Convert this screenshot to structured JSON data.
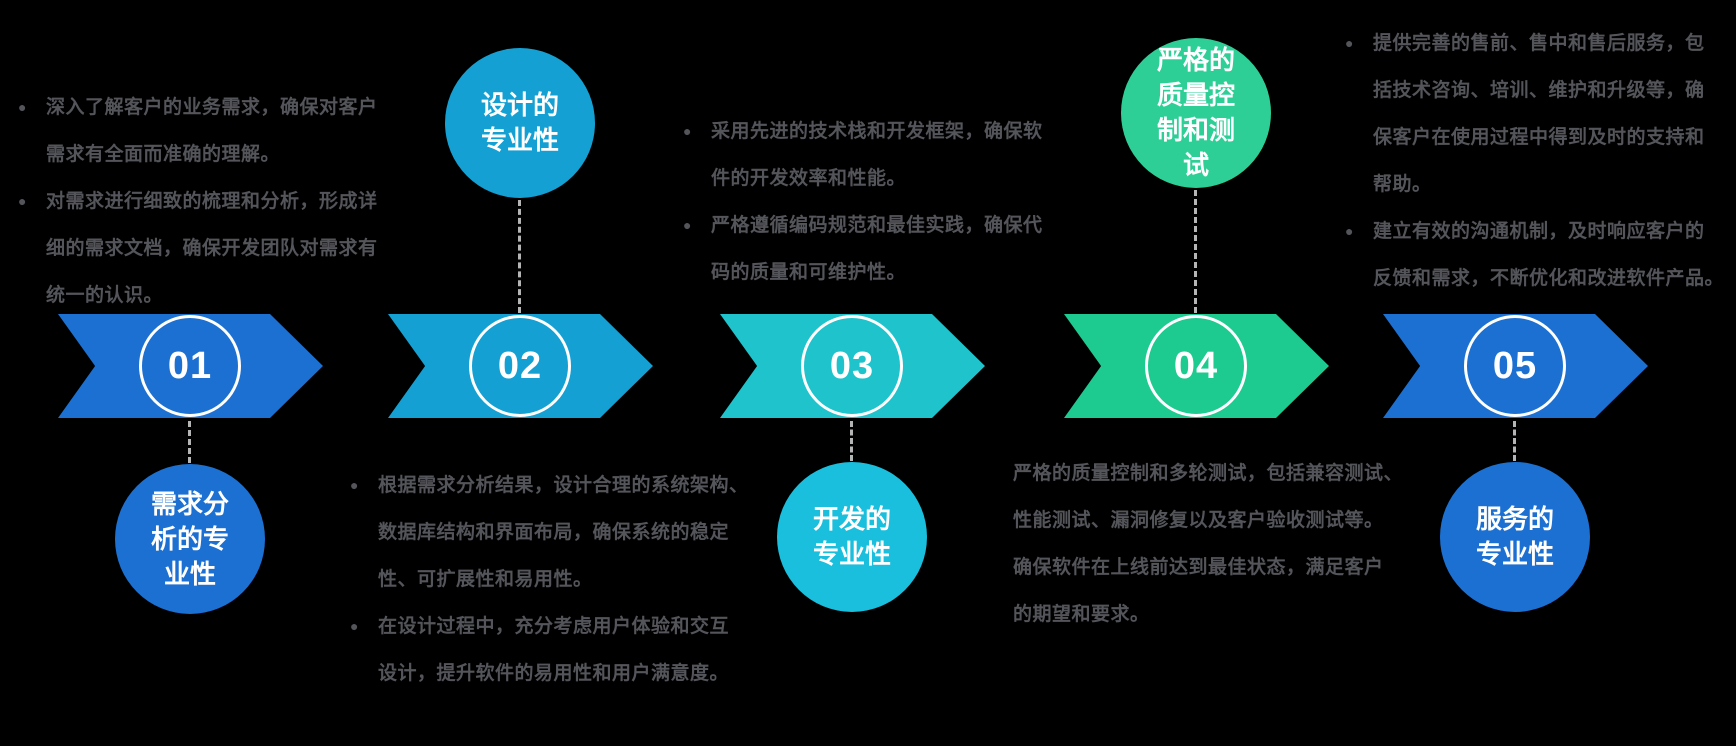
{
  "background_color": "#000000",
  "text_color": "#54555A",
  "connector_color": "#b5b5b5",
  "bullet_glyph": "●",
  "steps": [
    {
      "number": "01",
      "title": "需求分析的专业性",
      "arrow_color": "#1C70D1",
      "circle_color": "#1C70D1",
      "details": [
        "深入了解客户的业务需求，确保对客户\n需求有全面而准确的理解。",
        "对需求进行细致的梳理和分析，形成详\n细的需求文档，确保开发团队对需求有\n统一的认识。"
      ]
    },
    {
      "number": "02",
      "title": "设计的专业性",
      "arrow_color": "#14A0D2",
      "circle_color": "#14A0D2",
      "details": [
        "根据需求分析结果，设计合理的系统架构、\n数据库结构和界面布局，确保系统的稳定\n性、可扩展性和易用性。",
        "在设计过程中，充分考虑用户体验和交互\n设计，提升软件的易用性和用户满意度。"
      ]
    },
    {
      "number": "03",
      "title": "开发的专业性",
      "arrow_color": "#1EC3CC",
      "circle_color": "#19BFDC",
      "details": [
        "采用先进的技术栈和开发框架，确保软\n件的开发效率和性能。",
        "严格遵循编码规范和最佳实践，确保代\n码的质量和可维护性。"
      ]
    },
    {
      "number": "04",
      "title": "严格的质量控制和测试",
      "arrow_color": "#1DCA8F",
      "circle_color": "#2ECF97",
      "details": [
        "严格的质量控制和多轮测试，包括兼容测试、\n性能测试、漏洞修复以及客户验收测试等。\n确保软件在上线前达到最佳状态，满足客户\n的期望和要求。"
      ]
    },
    {
      "number": "05",
      "title": "服务的专业性",
      "arrow_color": "#1C70D1",
      "circle_color": "#1C70D1",
      "details": [
        "提供完善的售前、售中和售后服务，包\n括技术咨询、培训、维护和升级等，确\n保客户在使用过程中得到及时的支持和\n帮助。",
        "建立有效的沟通机制，及时响应客户的\n反馈和需求，不断优化和改进软件产品。"
      ]
    }
  ]
}
